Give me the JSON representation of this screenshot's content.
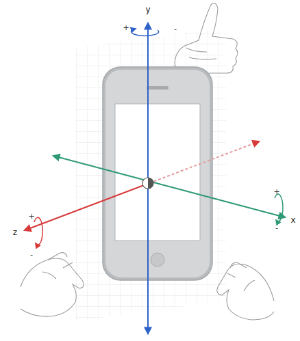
{
  "diagram": {
    "labels": [
      "y",
      "+",
      "-",
      "z",
      "+",
      "-",
      "x",
      "+",
      "-"
    ]
  }
}
